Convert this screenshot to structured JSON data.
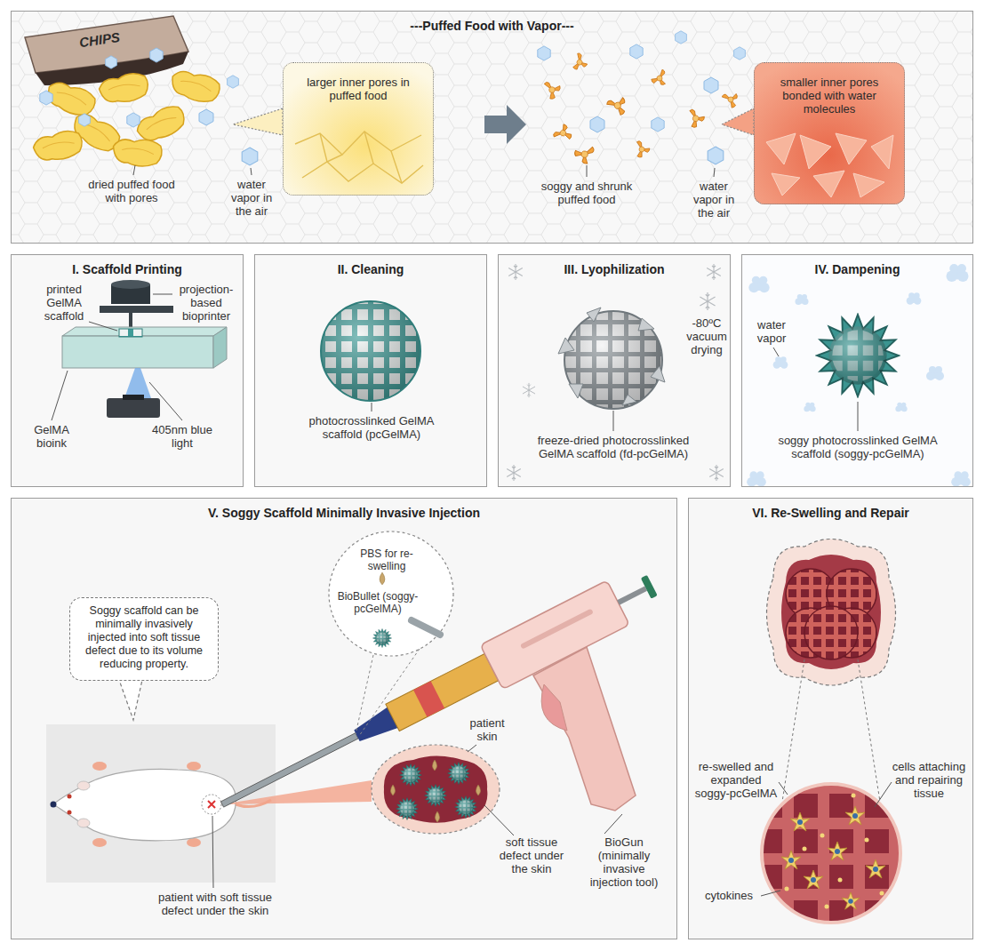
{
  "diagram": {
    "nodes": [
      {
        "text": [
          "---Puffed Food with Vapor---"
        ]
      },
      {
        "text": [
          "larger inner pores in puffed food"
        ],
        "in": 0
      },
      {
        "text": [
          "smaller inner pores bonded with water molecules"
        ],
        "in": 0
      },
      {
        "text": [
          "I. Scaffold Printing"
        ]
      },
      {
        "text": [
          "II. Cleaning"
        ]
      },
      {
        "text": [
          "III. Lyophilization"
        ]
      },
      {
        "text": [
          "IV. Dampening"
        ]
      },
      {
        "text": [
          "V. Soggy Scaffold Minimally Invasive Injection"
        ]
      },
      {
        "text": [
          "Soggy scaffold can be minimally invasively injected into soft tissue defect due to its volume reducing property."
        ],
        "in": 7
      },
      {
        "text": [
          "VI. Re-Swelling and Repair"
        ]
      }
    ],
    "labels": [
      "CHIPS",
      "dried puffed food with pores",
      "water vapor in the air",
      "soggy and shrunk puffed food",
      "water vapor in the air",
      "printed GelMA scaffold",
      "projection-based bioprinter",
      "GelMA bioink",
      "405nm blue light",
      "photocrosslinked GelMA scaffold (pcGelMA)",
      "-80ºC vacuum drying",
      "freeze-dried photocrosslinked GelMA scaffold (fd-pcGelMA)",
      "water vapor",
      "soggy photocrosslinked GelMA scaffold (soggy-pcGelMA)",
      "PBS for re-swelling",
      "BioBullet (soggy-pcGelMA)",
      "patient skin",
      "soft tissue defect under the skin",
      "BioGun (minimally invasive injection tool)",
      "patient with soft tissue defect under the skin",
      "re-swelled and expanded soggy-pcGelMA",
      "cells attaching and repairing tissue",
      "cytokines"
    ]
  }
}
